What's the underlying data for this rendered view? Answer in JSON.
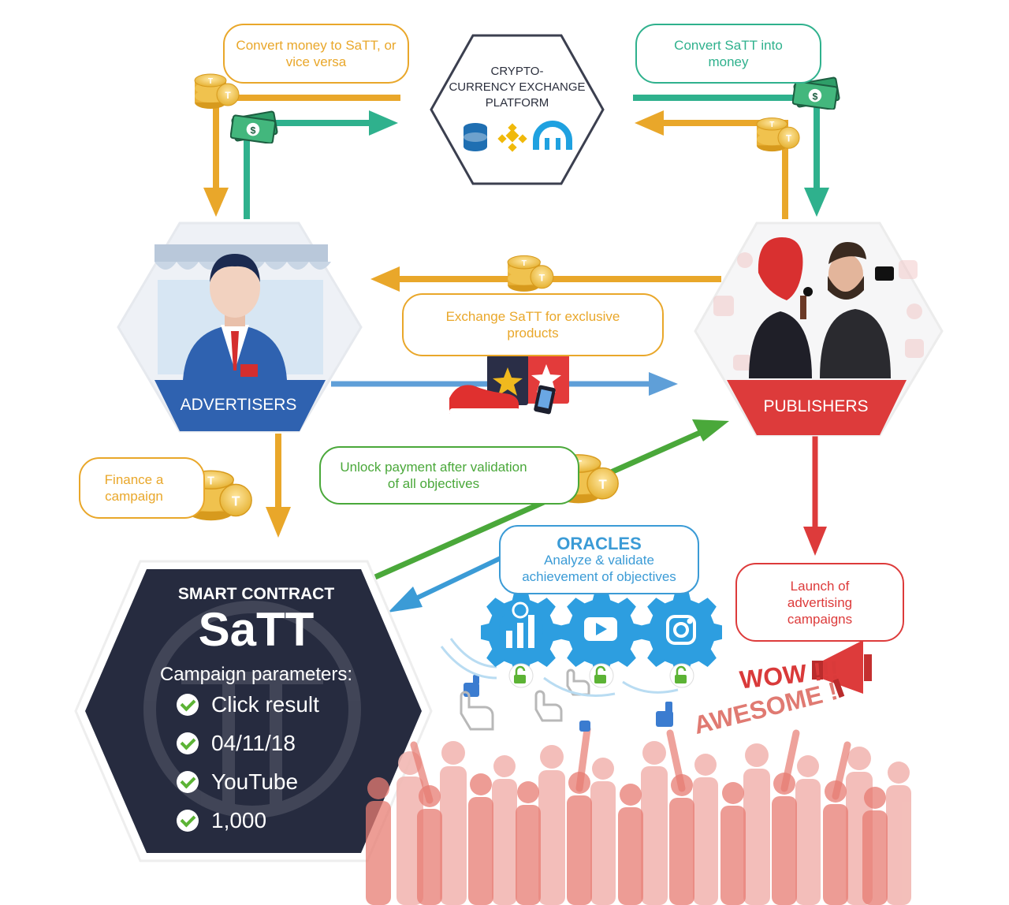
{
  "exchange": {
    "title_line1": "CRYPTO-",
    "title_line2": "CURRENCY EXCHANGE",
    "title_line3": "PLATFORM"
  },
  "labels": {
    "convert_money": "Convert money to SaTT, or vice versa",
    "convert_satt": "Convert SaTT into money",
    "exchange_products": "Exchange SaTT for exclusive products",
    "finance_campaign": "Finance a campaign",
    "unlock_payment": "Unlock payment after validation of all objectives",
    "launch_campaigns": "Launch of advertising campaigns"
  },
  "nodes": {
    "advertisers": "ADVERTISERS",
    "publishers": "PUBLISHERS"
  },
  "oracles": {
    "title": "ORACLES",
    "subtitle": "Analyze & validate achievement of objectives"
  },
  "smart_contract": {
    "title": "SMART CONTRACT",
    "brand": "SaTT",
    "params_title": "Campaign parameters:",
    "items": [
      "Click result",
      "04/11/18",
      "YouTube",
      "1,000"
    ]
  },
  "crowd": {
    "wow": "WOW !!!",
    "awesome": "AWESOME !"
  },
  "colors": {
    "orange": "#e9a72a",
    "teal": "#2fb18d",
    "green": "#4aa83a",
    "red": "#dd3b3b",
    "blue": "#3b9bd6",
    "advertiser_blue": "#2f62b0",
    "contract_dark": "#262b3f",
    "oracle_gear": "#2d9ee0"
  },
  "icons": [
    "satt-coin-stack-icon",
    "money-bill-icon",
    "database-icon",
    "binance-icon",
    "kraken-icon",
    "shopping-bag-icon",
    "sneaker-icon",
    "phone-icon",
    "analytics-icon",
    "youtube-icon",
    "instagram-icon",
    "unlock-icon",
    "megaphone-icon",
    "thumbs-up-icon",
    "hand-cursor-icon",
    "check-icon"
  ]
}
